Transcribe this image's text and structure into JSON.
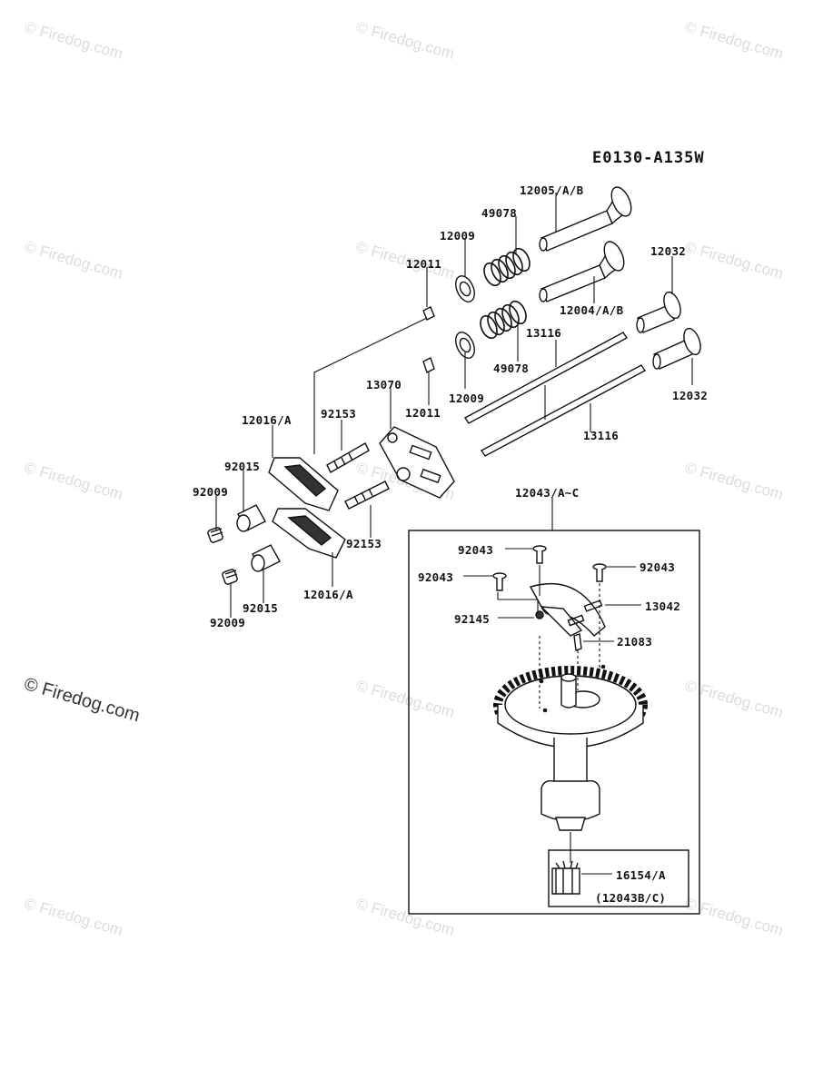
{
  "diagram_code": "E0130-A135W",
  "watermark_text": "© Firedog.com",
  "labels": {
    "p12005": "12005/A/B",
    "p49078_top": "49078",
    "p12009_top": "12009",
    "p12011_top": "12011",
    "p12032_top": "12032",
    "p12004": "12004/A/B",
    "p13116_top": "13116",
    "p49078_bot": "49078",
    "p13070": "13070",
    "p12011_bot": "12011",
    "p12009_bot": "12009",
    "p12032_bot": "12032",
    "p12016_top": "12016/A",
    "p92153_top": "92153",
    "p13116_bot": "13116",
    "p92015_top": "92015",
    "p92009_top": "92009",
    "p92153_bot": "92153",
    "p12016_bot": "12016/A",
    "p92015_bot": "92015",
    "p92009_bot": "92009",
    "p12043": "12043/A~C",
    "p92043_a": "92043",
    "p92043_b": "92043",
    "p92043_c": "92043",
    "p13042": "13042",
    "p92145": "92145",
    "p21083": "21083",
    "p16154": "16154/A",
    "p12043bc": "(12043B/C)"
  }
}
